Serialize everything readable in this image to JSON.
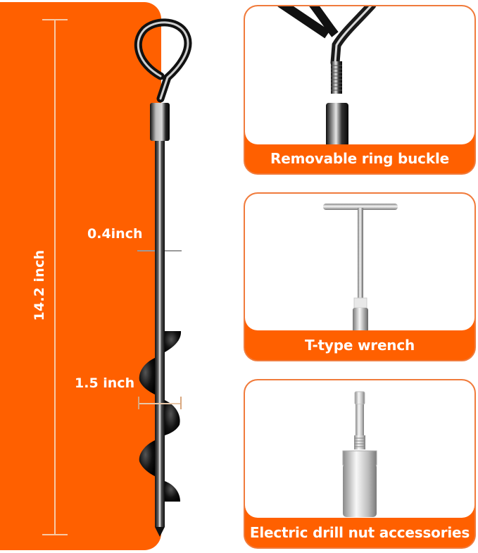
{
  "colors": {
    "brand_orange": "#FF6000",
    "card_border": "#F07B3C",
    "dimension_line": "#F7C9A6",
    "label_text": "#FFFFFF"
  },
  "product": {
    "name": "ground-anchor-auger-stake",
    "dimensions": {
      "length_label": "14.2 inch",
      "shaft_diameter_label": "0.4inch",
      "helix_width_label": "1.5 inch"
    }
  },
  "features": [
    {
      "label": "Removable ring buckle",
      "icon": "eye-bolt-with-coupling-nut"
    },
    {
      "label": "T-type wrench",
      "icon": "t-handle-socket-wrench"
    },
    {
      "label": "Electric drill nut accessories",
      "icon": "hex-shank-drill-socket-adapter"
    }
  ]
}
